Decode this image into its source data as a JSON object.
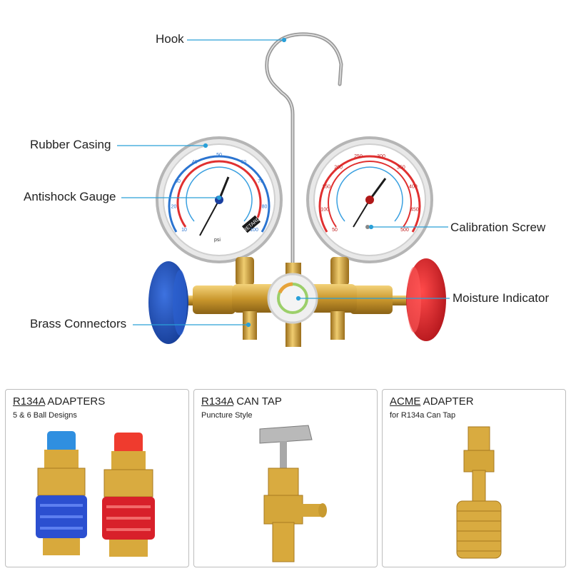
{
  "callouts": {
    "hook": "Hook",
    "rubber_casing": "Rubber Casing",
    "antishock_gauge": "Antishock Gauge",
    "brass_connectors": "Brass Connectors",
    "calibration_screw": "Calibration Screw",
    "moisture_indicator": "Moisture Indicator"
  },
  "gauges": {
    "left": {
      "badge": "RETARD",
      "unit": "psi",
      "scale": [
        "10",
        "20",
        "30",
        "40",
        "50",
        "60",
        "70",
        "80",
        "100"
      ]
    },
    "right": {
      "scale": [
        "50",
        "100",
        "150",
        "200",
        "250",
        "300",
        "350",
        "400",
        "450",
        "500"
      ]
    }
  },
  "cards": [
    {
      "title_main": "R134A",
      "title_rest": " ADAPTERS",
      "subtitle": "5 & 6 Ball Designs"
    },
    {
      "title_main": "R134A",
      "title_rest": " CAN TAP",
      "subtitle": "Puncture Style"
    },
    {
      "title_main": "ACME",
      "title_rest": " ADAPTER",
      "subtitle": "for R134a Can Tap"
    }
  ],
  "colors": {
    "callout_line": "#2aa0d8",
    "brass": "#d4a63a",
    "knob_blue": "#1f4fb8",
    "knob_red": "#e0242a",
    "gauge_rim": "#c8c8c8"
  }
}
